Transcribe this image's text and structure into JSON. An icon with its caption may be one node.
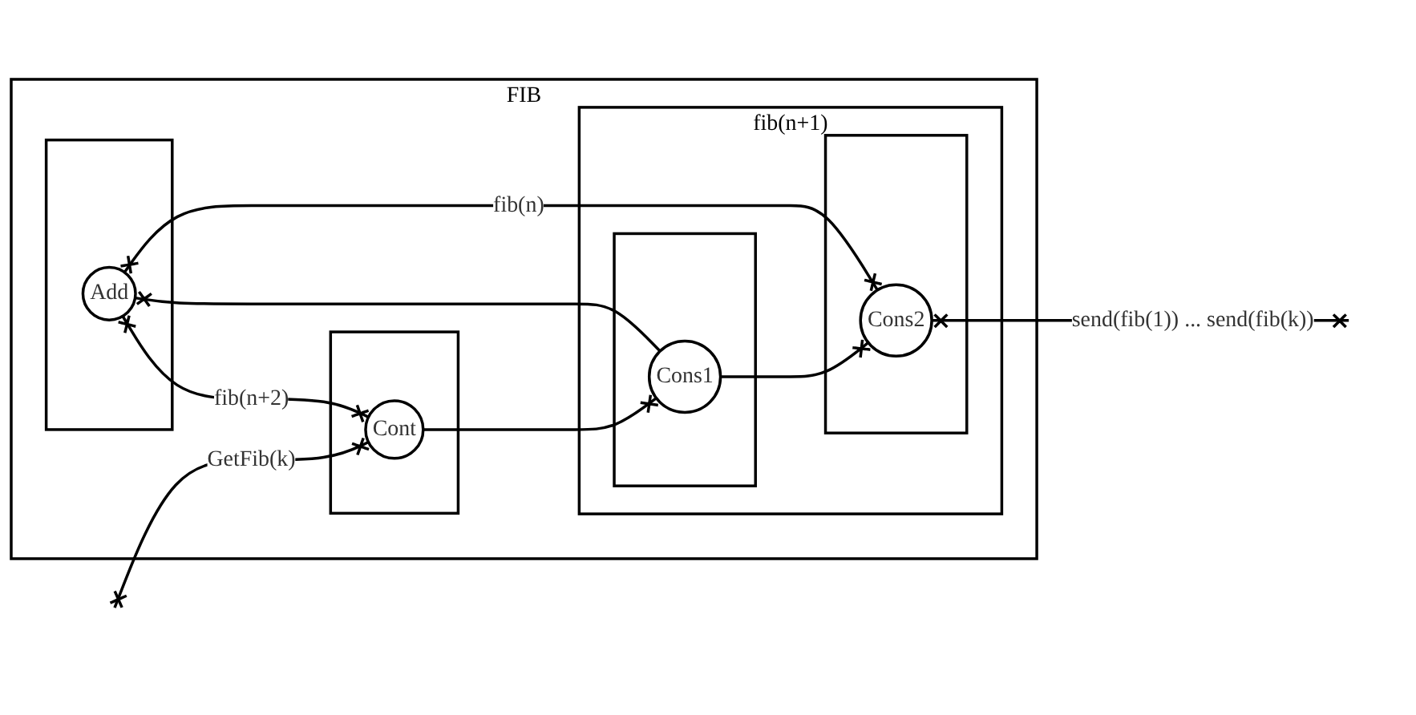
{
  "diagram": {
    "nodes": [
      {
        "text": [
          "FIB"
        ]
      },
      {
        "text": [],
        "shape": "box",
        "in": 0
      },
      {
        "text": [
          "Add"
        ],
        "in": 1
      },
      {
        "text": [],
        "shape": "box",
        "in": 0
      },
      {
        "text": [
          "Cont"
        ],
        "in": 3
      },
      {
        "text": [
          "fib(n+1)"
        ],
        "in": 0
      },
      {
        "text": [],
        "shape": "box",
        "in": 5
      },
      {
        "text": [
          "Cons1"
        ],
        "in": 6
      },
      {
        "text": [],
        "shape": "box",
        "in": 5
      },
      {
        "text": [
          "Cons2"
        ],
        "in": 8
      }
    ],
    "edges": [
      {
        "from": 2,
        "to": 4,
        "arrow": "other",
        "label": "fib(n+2)"
      },
      {
        "from": 7,
        "to": 2,
        "arrow": "other"
      },
      {
        "from": 9,
        "to": 2,
        "arrow": "other",
        "label": "fib(n)"
      },
      {
        "from": 4,
        "to": 7,
        "arrow": "other"
      },
      {
        "from": 7,
        "to": 9,
        "arrow": "other"
      },
      {
        "from": null,
        "to": 4,
        "arrow": "other",
        "label": "GetFib(k)"
      },
      {
        "from": 9,
        "to": null,
        "arrow": "other",
        "label": "send(fib(1)) ... send(fib(k))"
      }
    ]
  }
}
